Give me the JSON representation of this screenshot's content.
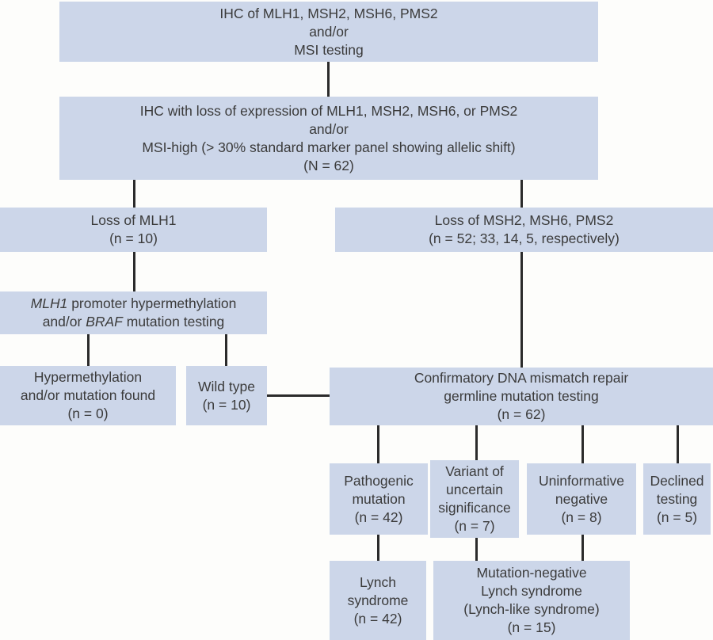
{
  "diagram": {
    "description": "Flow diagram of Lynch syndrome screening by IHC/MSI testing and germline mutation testing",
    "colors": {
      "node_fill": "#ccd6e9",
      "connector": "#2b2b2b",
      "text": "#3b3b3b",
      "background": "#fdfdfb"
    },
    "nodes": {
      "ihc_msi": {
        "lines": [
          "IHC of MLH1, MSH2, MSH6, PMS2",
          "and/or",
          "MSI testing"
        ]
      },
      "ihc_loss": {
        "lines": [
          "IHC with loss of expression of MLH1, MSH2, MSH6, or PMS2",
          "and/or",
          "MSI-high (> 30% standard marker panel showing allelic shift)",
          "(N = 62)"
        ]
      },
      "loss_mlh1": {
        "lines": [
          "Loss of MLH1",
          "(n = 10)"
        ]
      },
      "loss_msh2": {
        "lines": [
          "Loss of MSH2, MSH6, PMS2",
          "(n = 52; 33, 14, 5, respectively)"
        ]
      },
      "mlh1_promoter": {
        "line1_gene": "MLH1",
        "line1_rest": " promoter hypermethylation",
        "line2_pre": "and/or ",
        "line2_gene": "BRAF",
        "line2_rest": " mutation testing"
      },
      "hypermethylation": {
        "lines": [
          "Hypermethylation",
          "and/or mutation found",
          "(n = 0)"
        ]
      },
      "wild_type": {
        "lines": [
          "Wild type",
          "(n = 10)"
        ]
      },
      "confirmatory": {
        "lines": [
          "Confirmatory DNA mismatch repair",
          "germline mutation testing",
          "(n = 62)"
        ]
      },
      "pathogenic": {
        "lines": [
          "Pathogenic",
          "mutation",
          "(n = 42)"
        ]
      },
      "vus": {
        "lines": [
          "Variant of",
          "uncertain",
          "significance",
          "(n = 7)"
        ]
      },
      "uninformative": {
        "lines": [
          "Uninformative",
          "negative",
          "(n = 8)"
        ]
      },
      "declined": {
        "lines": [
          "Declined",
          "testing",
          "(n = 5)"
        ]
      },
      "lynch": {
        "lines": [
          "Lynch",
          "syndrome",
          "(n = 42)"
        ]
      },
      "mutation_negative": {
        "lines": [
          "Mutation-negative",
          "Lynch syndrome",
          "(Lynch-like syndrome)",
          "(n = 15)"
        ]
      }
    },
    "edges": [
      {
        "from": "ihc_msi",
        "to": "ihc_loss"
      },
      {
        "from": "ihc_loss",
        "to": "loss_mlh1"
      },
      {
        "from": "ihc_loss",
        "to": "loss_msh2"
      },
      {
        "from": "loss_mlh1",
        "to": "mlh1_promoter"
      },
      {
        "from": "mlh1_promoter",
        "to": "hypermethylation"
      },
      {
        "from": "mlh1_promoter",
        "to": "wild_type"
      },
      {
        "from": "wild_type",
        "to": "confirmatory"
      },
      {
        "from": "loss_msh2",
        "to": "confirmatory"
      },
      {
        "from": "confirmatory",
        "to": "pathogenic"
      },
      {
        "from": "confirmatory",
        "to": "vus"
      },
      {
        "from": "confirmatory",
        "to": "uninformative"
      },
      {
        "from": "confirmatory",
        "to": "declined"
      },
      {
        "from": "pathogenic",
        "to": "lynch"
      },
      {
        "from": "vus",
        "to": "mutation_negative"
      },
      {
        "from": "uninformative",
        "to": "mutation_negative"
      }
    ]
  }
}
